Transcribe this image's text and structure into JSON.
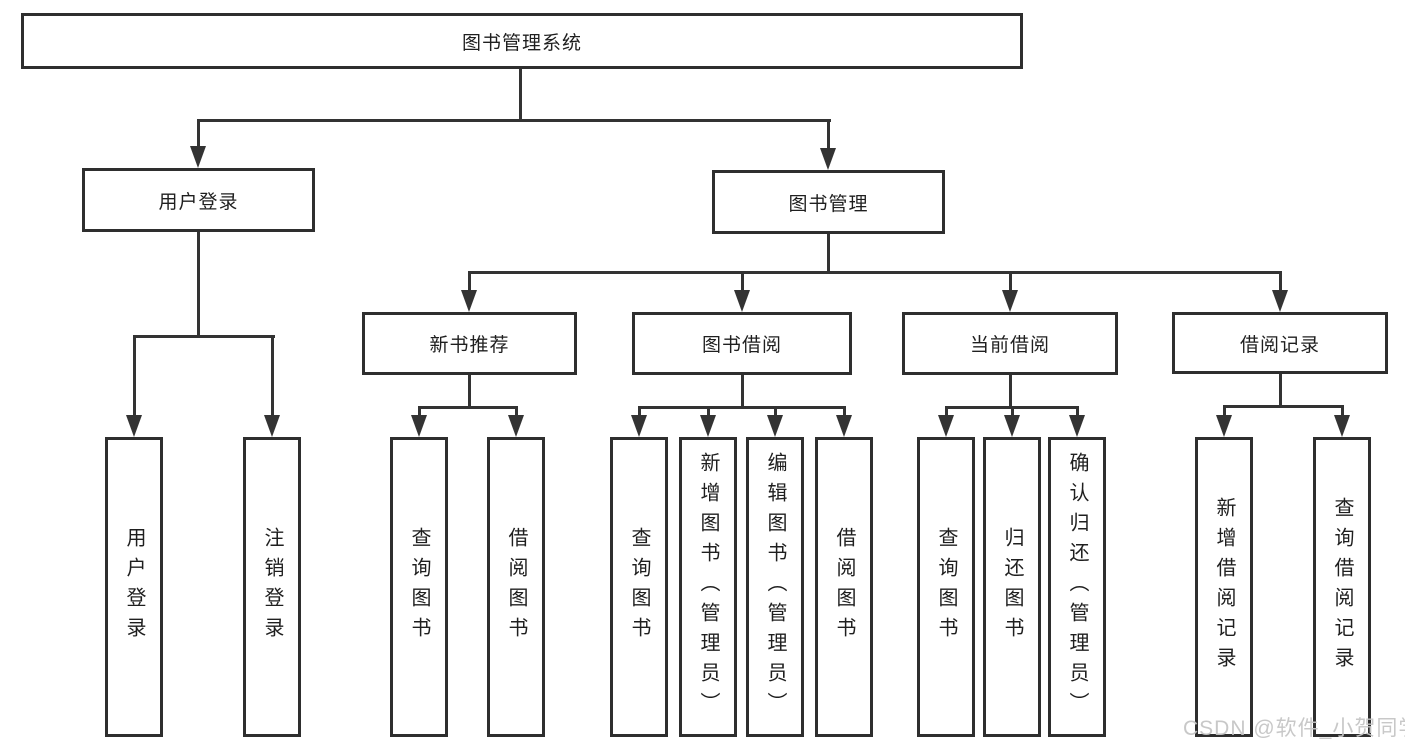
{
  "root": {
    "label": "图书管理系统"
  },
  "level2": {
    "user_login": {
      "label": "用户登录",
      "children": {
        "login": "用户登录",
        "logout": "注销登录"
      }
    },
    "book_mgmt": {
      "label": "图书管理",
      "groups": {
        "new_book": {
          "label": "新书推荐",
          "children": {
            "query": "查询图书",
            "borrow": "借阅图书"
          }
        },
        "borrowing": {
          "label": "图书借阅",
          "children": {
            "query": "查询图书",
            "add": "新增图书（管理员）",
            "edit": "编辑图书（管理员）",
            "borrow": "借阅图书"
          }
        },
        "current": {
          "label": "当前借阅",
          "children": {
            "query": "查询图书",
            "return": "归还图书",
            "confirm": "确认归还（管理员）"
          }
        },
        "records": {
          "label": "借阅记录",
          "children": {
            "add": "新增借阅记录",
            "query": "查询借阅记录"
          }
        }
      }
    }
  },
  "watermark": {
    "text": "CSDN @软件_小贺同学"
  },
  "colors": {
    "line": "#333333",
    "box_border": "#2e2e2e",
    "text": "#1f1f1f",
    "background": "#ffffff",
    "watermark": "#c5c5c5"
  }
}
